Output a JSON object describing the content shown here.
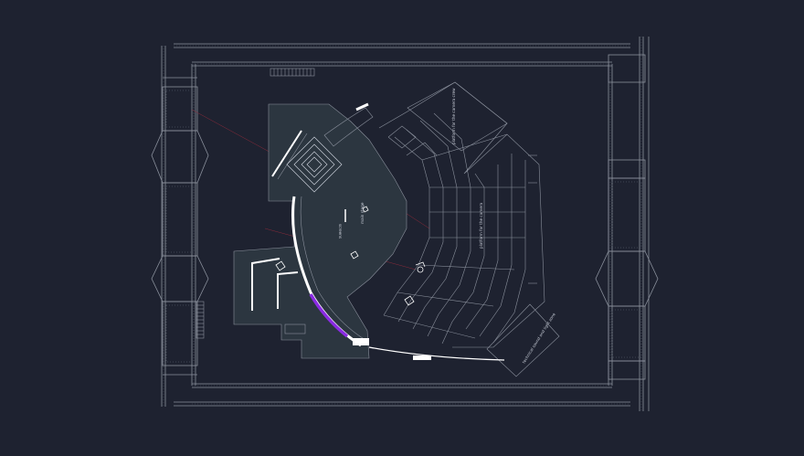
{
  "colors": {
    "background": "#1e2230",
    "line": "#8a909c",
    "line_faint": "#4a505e",
    "stage_fill": "#2c3640",
    "accent_purple": "#8a2be2",
    "accent_red": "#8b2a3a",
    "white": "#ffffff"
  },
  "labels": {
    "screens": "screens",
    "main_stage": "main stage",
    "platform_camera_crew": "platform for the camera crew",
    "platform_camera_left": "platform for the camera",
    "technical_zone": "technical sound and light zone"
  }
}
